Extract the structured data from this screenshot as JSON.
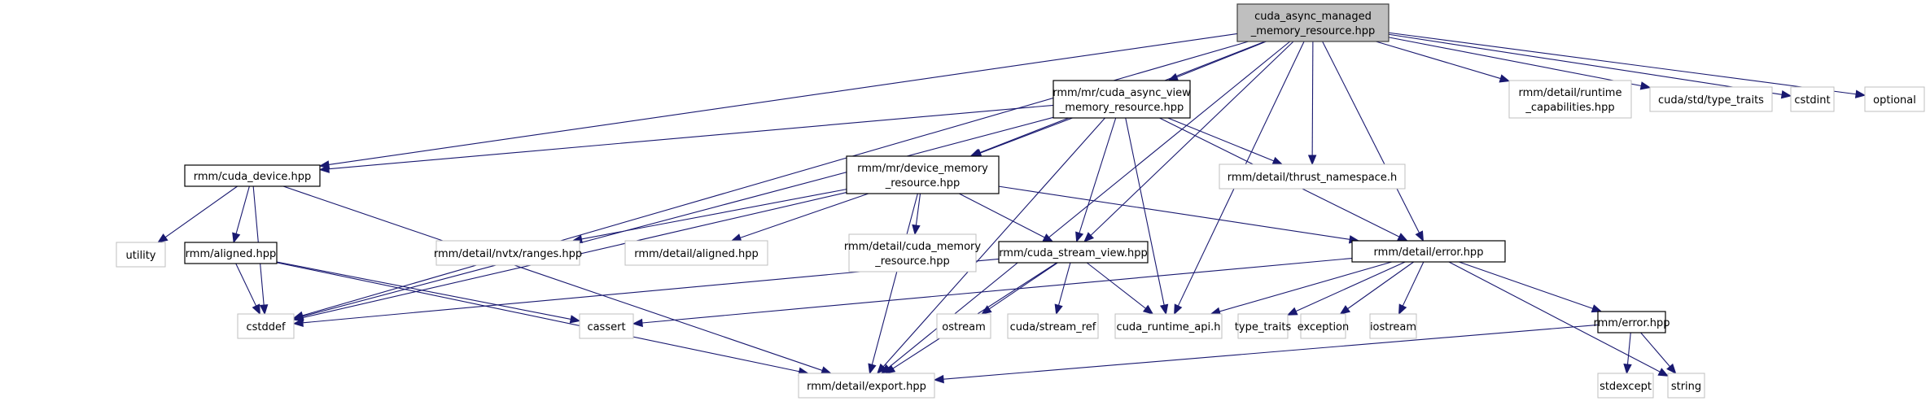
{
  "diagram": {
    "title": "Include dependency graph for cuda_async_managed_memory_resource.hpp",
    "colors": {
      "edge": "#191970",
      "root_fill": "#bfbfbf",
      "internal_border": "#000000",
      "external_border": "#bfbfbf"
    },
    "nodes": [
      {
        "id": "root",
        "kind": "root",
        "lines": [
          "cuda_async_managed",
          "_memory_resource.hpp"
        ]
      },
      {
        "id": "view",
        "kind": "internal",
        "lines": [
          "rmm/mr/cuda_async_view",
          "_memory_resource.hpp"
        ]
      },
      {
        "id": "rtcap",
        "kind": "external",
        "lines": [
          "rmm/detail/runtime",
          "_capabilities.hpp"
        ]
      },
      {
        "id": "cudatt",
        "kind": "external",
        "lines": [
          "cuda/std/type_traits"
        ]
      },
      {
        "id": "cstdint",
        "kind": "external",
        "lines": [
          "cstdint"
        ]
      },
      {
        "id": "optional",
        "kind": "external",
        "lines": [
          "optional"
        ]
      },
      {
        "id": "cudadev",
        "kind": "internal",
        "lines": [
          "rmm/cuda_device.hpp"
        ]
      },
      {
        "id": "devmr",
        "kind": "internal",
        "lines": [
          "rmm/mr/device_memory",
          "_resource.hpp"
        ]
      },
      {
        "id": "thrustns",
        "kind": "external",
        "lines": [
          "rmm/detail/thrust_namespace.h"
        ]
      },
      {
        "id": "utility",
        "kind": "external",
        "lines": [
          "utility"
        ]
      },
      {
        "id": "aligned",
        "kind": "internal",
        "lines": [
          "rmm/aligned.hpp"
        ]
      },
      {
        "id": "nvtx",
        "kind": "external",
        "lines": [
          "rmm/detail/nvtx/ranges.hpp"
        ]
      },
      {
        "id": "daligned",
        "kind": "external",
        "lines": [
          "rmm/detail/aligned.hpp"
        ]
      },
      {
        "id": "cudamr",
        "kind": "external",
        "lines": [
          "rmm/detail/cuda_memory",
          "_resource.hpp"
        ]
      },
      {
        "id": "streamview",
        "kind": "internal",
        "lines": [
          "rmm/cuda_stream_view.hpp"
        ]
      },
      {
        "id": "derror",
        "kind": "internal",
        "lines": [
          "rmm/detail/error.hpp"
        ]
      },
      {
        "id": "cstddef",
        "kind": "external",
        "lines": [
          "cstddef"
        ]
      },
      {
        "id": "cassert",
        "kind": "external",
        "lines": [
          "cassert"
        ]
      },
      {
        "id": "ostream",
        "kind": "external",
        "lines": [
          "ostream"
        ]
      },
      {
        "id": "streamref",
        "kind": "external",
        "lines": [
          "cuda/stream_ref"
        ]
      },
      {
        "id": "cudart",
        "kind": "external",
        "lines": [
          "cuda_runtime_api.h"
        ]
      },
      {
        "id": "typetraits",
        "kind": "external",
        "lines": [
          "type_traits"
        ]
      },
      {
        "id": "exception",
        "kind": "external",
        "lines": [
          "exception"
        ]
      },
      {
        "id": "iostream",
        "kind": "external",
        "lines": [
          "iostream"
        ]
      },
      {
        "id": "error",
        "kind": "internal",
        "lines": [
          "rmm/error.hpp"
        ]
      },
      {
        "id": "export",
        "kind": "external",
        "lines": [
          "rmm/detail/export.hpp"
        ]
      },
      {
        "id": "stdexcept",
        "kind": "external",
        "lines": [
          "stdexcept"
        ]
      },
      {
        "id": "string",
        "kind": "external",
        "lines": [
          "string"
        ]
      }
    ],
    "edges": [
      [
        "root",
        "view"
      ],
      [
        "root",
        "rtcap"
      ],
      [
        "root",
        "cudatt"
      ],
      [
        "root",
        "cstdint"
      ],
      [
        "root",
        "optional"
      ],
      [
        "root",
        "cudadev"
      ],
      [
        "root",
        "devmr"
      ],
      [
        "root",
        "thrustns"
      ],
      [
        "root",
        "streamview"
      ],
      [
        "root",
        "derror"
      ],
      [
        "root",
        "cudart"
      ],
      [
        "root",
        "cstddef"
      ],
      [
        "root",
        "export"
      ],
      [
        "view",
        "cudadev"
      ],
      [
        "view",
        "devmr"
      ],
      [
        "view",
        "thrustns"
      ],
      [
        "view",
        "streamview"
      ],
      [
        "view",
        "derror"
      ],
      [
        "view",
        "cudart"
      ],
      [
        "view",
        "cstddef"
      ],
      [
        "view",
        "export"
      ],
      [
        "cudadev",
        "utility"
      ],
      [
        "cudadev",
        "aligned"
      ],
      [
        "cudadev",
        "cstddef"
      ],
      [
        "cudadev",
        "export"
      ],
      [
        "aligned",
        "cstddef"
      ],
      [
        "aligned",
        "cassert"
      ],
      [
        "aligned",
        "export"
      ],
      [
        "devmr",
        "nvtx"
      ],
      [
        "devmr",
        "daligned"
      ],
      [
        "devmr",
        "cudamr"
      ],
      [
        "devmr",
        "streamview"
      ],
      [
        "devmr",
        "derror"
      ],
      [
        "devmr",
        "cstddef"
      ],
      [
        "devmr",
        "export"
      ],
      [
        "streamview",
        "cstddef"
      ],
      [
        "streamview",
        "ostream"
      ],
      [
        "streamview",
        "streamref"
      ],
      [
        "streamview",
        "cudart"
      ],
      [
        "streamview",
        "export"
      ],
      [
        "derror",
        "cassert"
      ],
      [
        "derror",
        "cudart"
      ],
      [
        "derror",
        "typetraits"
      ],
      [
        "derror",
        "exception"
      ],
      [
        "derror",
        "iostream"
      ],
      [
        "derror",
        "error"
      ],
      [
        "derror",
        "string"
      ],
      [
        "error",
        "export"
      ],
      [
        "error",
        "stdexcept"
      ],
      [
        "error",
        "string"
      ]
    ]
  }
}
